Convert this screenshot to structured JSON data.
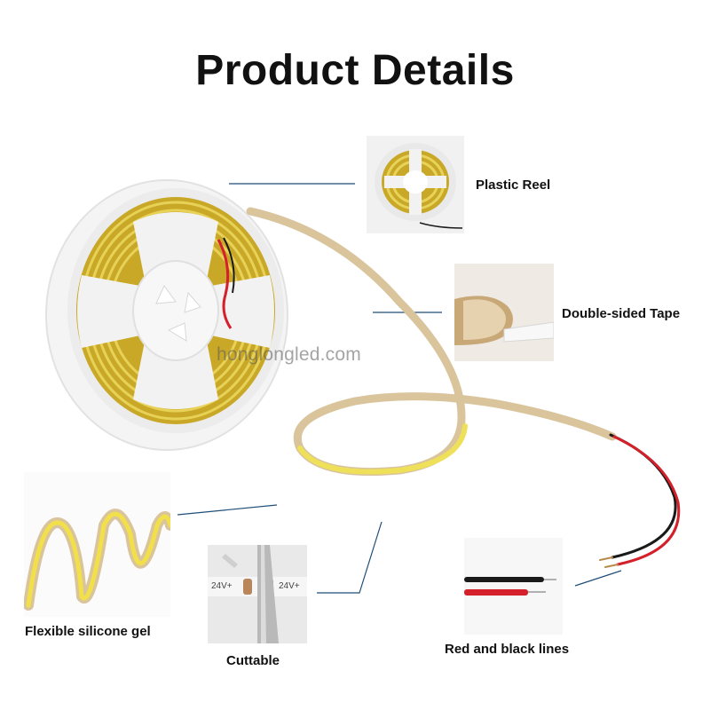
{
  "title": "Product Details",
  "watermark": "honglongled.com",
  "labels": {
    "plastic_reel": "Plastic Reel",
    "double_sided_tape": "Double-sided Tape",
    "flexible_silicone_gel": "Flexible silicone gel",
    "cuttable": "Cuttable",
    "red_black_lines": "Red and black lines"
  },
  "cut_marks": {
    "left": "24V+",
    "right": "24V+"
  },
  "colors": {
    "leader_line": "#1f4e79",
    "led_yellow": "#e6cf3c",
    "tape_beige": "#d9c49c",
    "wire_red": "#d4202a",
    "wire_black": "#1a1a1a"
  }
}
